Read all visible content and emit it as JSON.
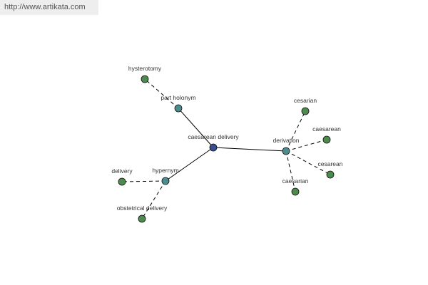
{
  "source_url": "http://www.artikata.com",
  "colors": {
    "center": "#3a4e8c",
    "relation": "#4c8c8c",
    "leaf": "#4e8a4e",
    "edge": "#000000"
  },
  "graph": {
    "center": {
      "id": "caesarean-delivery",
      "label": "caesarean delivery"
    },
    "relations": [
      {
        "id": "part-holonym",
        "label": "part holonym"
      },
      {
        "id": "derivation",
        "label": "derivation"
      },
      {
        "id": "hypernym",
        "label": "hypernym"
      }
    ],
    "leaves": [
      {
        "id": "hysterotomy",
        "label": "hysterotomy",
        "relation": "part-holonym"
      },
      {
        "id": "cesarian",
        "label": "cesarian",
        "relation": "derivation"
      },
      {
        "id": "caesarean",
        "label": "caesarean",
        "relation": "derivation"
      },
      {
        "id": "cesarean",
        "label": "cesarean",
        "relation": "derivation"
      },
      {
        "id": "caesarian",
        "label": "caesarian",
        "relation": "derivation"
      },
      {
        "id": "delivery",
        "label": "delivery",
        "relation": "hypernym"
      },
      {
        "id": "obstetrical-delivery",
        "label": "obstetrical delivery",
        "relation": "hypernym"
      }
    ]
  }
}
